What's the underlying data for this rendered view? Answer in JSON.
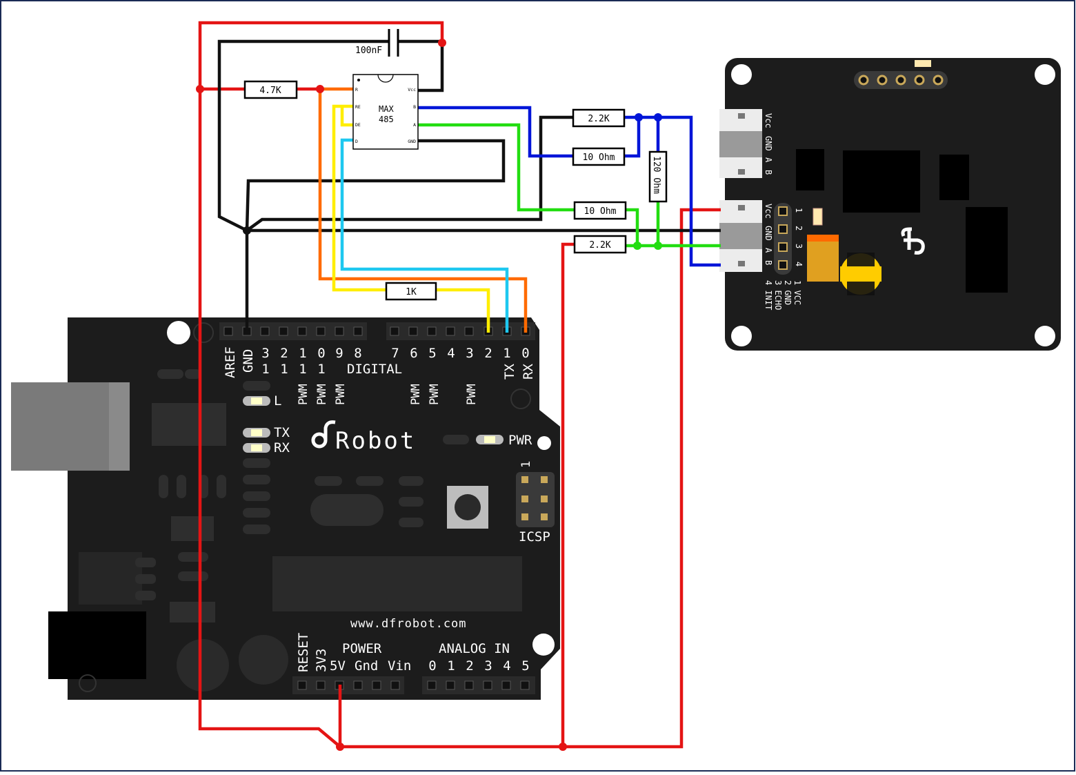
{
  "ic": {
    "name_line1": "MAX",
    "name_line2": "485",
    "pin_r": "R",
    "pin_re": "RE",
    "pin_de": "DE",
    "pin_d": "D",
    "pin_vcc": "Vcc",
    "pin_b": "B",
    "pin_a": "A",
    "pin_gnd": "GND"
  },
  "components": {
    "capacitor": "100nF",
    "r_pullup": "4.7K",
    "r_1k": "1K",
    "r_22k_top": "2.2K",
    "r_10_top": "10 Ohm",
    "r_120": "120 Ohm",
    "r_10_bottom": "10 Ohm",
    "r_22k_bottom": "2.2K"
  },
  "arduino": {
    "brand": "Robot",
    "url": "www.dfrobot.com",
    "digital": "DIGITAL",
    "aref": "AREF",
    "gnd": "GND",
    "pins_high": [
      "1",
      "1",
      "1",
      "1"
    ],
    "pins_high_units": [
      "3",
      "2",
      "1",
      "0"
    ],
    "pins_low_a": [
      "9",
      "8"
    ],
    "pins_low_b": [
      "7",
      "6",
      "5",
      "4",
      "3",
      "2",
      "1",
      "0"
    ],
    "tx": "TX",
    "rx": "RX",
    "pwm": "PWM",
    "led_l": "L",
    "led_tx": "TX",
    "led_rx": "RX",
    "pwr": "PWR",
    "icsp": "ICSP",
    "icsp_pin": "1",
    "reset": "RESET",
    "v33": "3V3",
    "power": "POWER",
    "power_pins": [
      "5V",
      "Gnd",
      "Vin"
    ],
    "analog": "ANALOG IN",
    "analog_pins": [
      "0",
      "1",
      "2",
      "3",
      "4",
      "5"
    ]
  },
  "sensor": {
    "conn_labels": [
      "Vcc",
      "GND",
      "A",
      "B"
    ],
    "header_nums": [
      "1",
      "2",
      "3",
      "4"
    ],
    "pin_desc": [
      "1 VCC",
      "2 GND",
      "3 ECHO",
      "4 INIT"
    ]
  },
  "colors": {
    "red": "#e41414",
    "black": "#111111",
    "orange": "#ff6a00",
    "yellow": "#ffee00",
    "cyan": "#1ec8f0",
    "blue": "#0015d8",
    "green": "#22dd11"
  }
}
